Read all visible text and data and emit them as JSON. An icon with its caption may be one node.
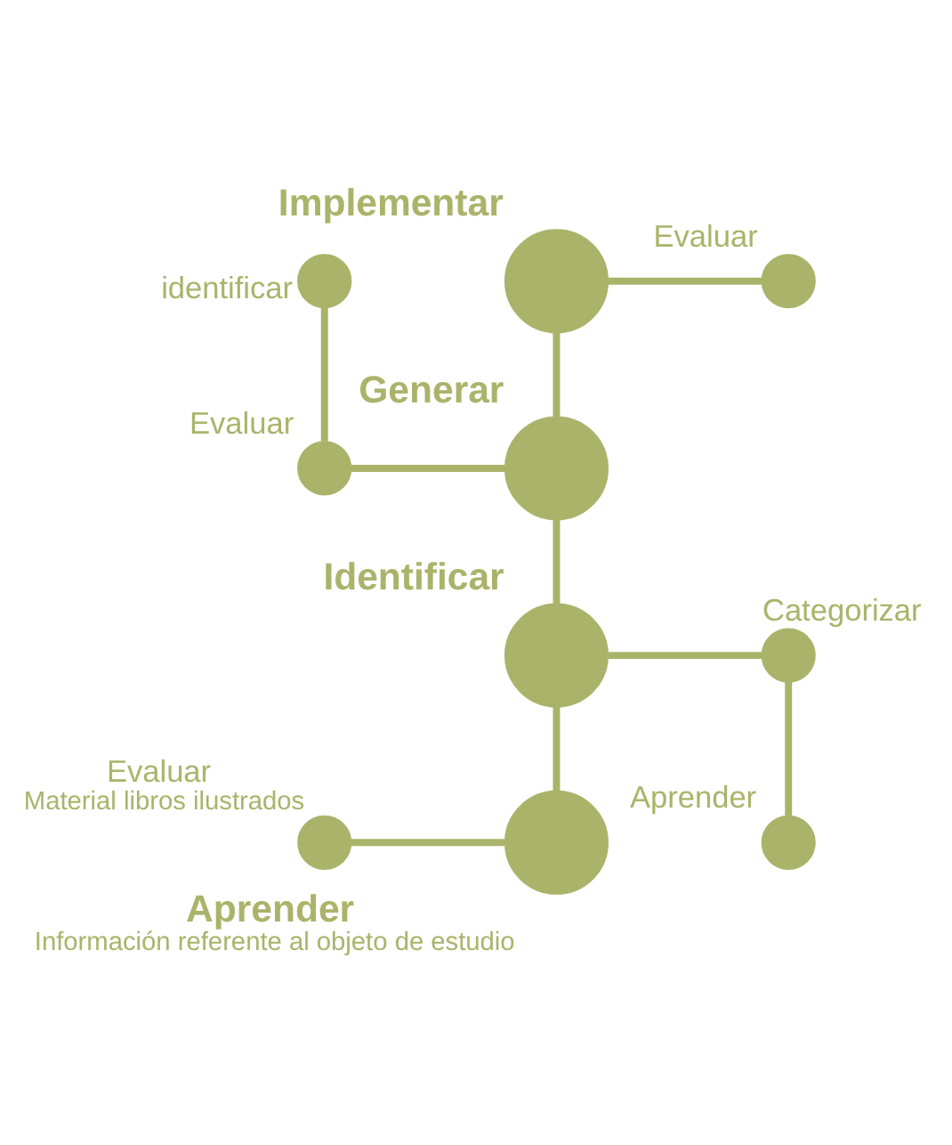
{
  "diagram": {
    "nodes": [
      {
        "text": [],
        "shape": "circle",
        "beside": [
          "Implementar"
        ]
      },
      {
        "text": [],
        "shape": "circle",
        "beside": [
          "Evaluar"
        ]
      },
      {
        "text": [],
        "shape": "circle",
        "beside": [
          "identificar"
        ]
      },
      {
        "text": [],
        "shape": "circle",
        "beside": [
          "Evaluar"
        ]
      },
      {
        "text": [],
        "shape": "circle",
        "beside": [
          "Generar"
        ]
      },
      {
        "text": [],
        "shape": "circle",
        "beside": [
          "Identificar"
        ]
      },
      {
        "text": [],
        "shape": "circle",
        "beside": [
          "Categorizar"
        ]
      },
      {
        "text": [],
        "shape": "circle",
        "beside": [
          "Aprender"
        ]
      },
      {
        "text": [],
        "shape": "circle",
        "beside": [
          "Evaluar",
          "Material libros ilustrados"
        ]
      },
      {
        "text": [],
        "shape": "circle",
        "beside": [
          "Aprender",
          "Información referente al objeto de estudio"
        ]
      }
    ],
    "edges": [
      {
        "from": 0,
        "to": 1,
        "arrow": "none"
      },
      {
        "from": 0,
        "to": 4,
        "arrow": "none"
      },
      {
        "from": 2,
        "to": 3,
        "arrow": "none"
      },
      {
        "from": 3,
        "to": 4,
        "arrow": "none"
      },
      {
        "from": 4,
        "to": 5,
        "arrow": "none"
      },
      {
        "from": 5,
        "to": 6,
        "arrow": "none"
      },
      {
        "from": 6,
        "to": 7,
        "arrow": "none"
      },
      {
        "from": 5,
        "to": 9,
        "arrow": "none"
      },
      {
        "from": 8,
        "to": 9,
        "arrow": "none"
      }
    ]
  }
}
